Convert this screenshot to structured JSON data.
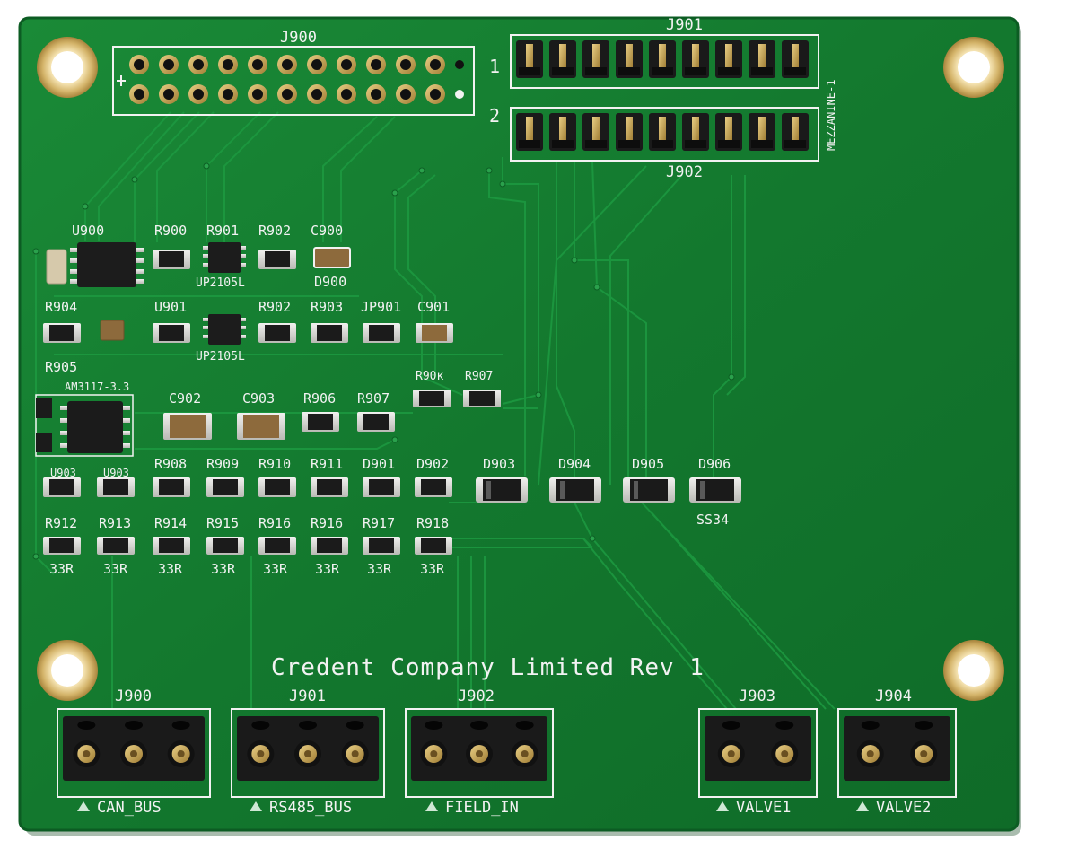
{
  "board": {
    "silkscreen_title": "Credent Company Limited Rev 1",
    "colors": {
      "soldermask": "#13782e",
      "silkscreen": "#f2f2f2",
      "copper": "#c9a046"
    }
  },
  "header_top": {
    "name": "J900"
  },
  "mezzanine": {
    "j901": "J901",
    "j902": "J902",
    "row1": "1",
    "row2": "2",
    "side_label": "MEZZANINE-1"
  },
  "refdes": {
    "u900": "U900",
    "r900": "R900",
    "r901": "R901",
    "r902a": "R902",
    "c900": "C900",
    "up2105_1": "UP2105L",
    "d900": "D900",
    "r904": "R904",
    "u901": "U901",
    "r902b": "R902",
    "r903": "R903",
    "jp901": "JP901",
    "c901": "C901",
    "up2105_2": "UP2105L",
    "r905": "R905",
    "am3117": "AM3117-3.3",
    "c902": "C902",
    "c903": "C903",
    "r906": "R906",
    "r907a": "R907",
    "r90x": "R90ĸ",
    "r907b": "R907",
    "u903a": "U903",
    "u903b": "U903",
    "r908": "R908",
    "r909": "R909",
    "r910": "R910",
    "r911": "R911",
    "d901": "D901",
    "d902": "D902",
    "d903": "D903",
    "d904": "D904",
    "d905": "D905",
    "d906": "D906",
    "ss34": "SS34",
    "r912": "R912",
    "r913": "R913",
    "r914": "R914",
    "r915": "R915",
    "r916a": "R916",
    "r916b": "R916",
    "r917": "R917",
    "r918": "R918",
    "v33r_1": "33R",
    "v33r_2": "33R",
    "v33r_3": "33R",
    "v33r_4": "33R",
    "v33r_5": "33R",
    "v33r_6": "33R",
    "v33r_7": "33R",
    "v33r_8": "33R"
  },
  "terminals": [
    {
      "ref": "J900",
      "label": "CAN_BUS"
    },
    {
      "ref": "J901",
      "label": "RS485_BUS"
    },
    {
      "ref": "J902",
      "label": "FIELD_IN"
    },
    {
      "ref": "J903",
      "label": "VALVE1"
    },
    {
      "ref": "J904",
      "label": "VALVE2"
    }
  ]
}
